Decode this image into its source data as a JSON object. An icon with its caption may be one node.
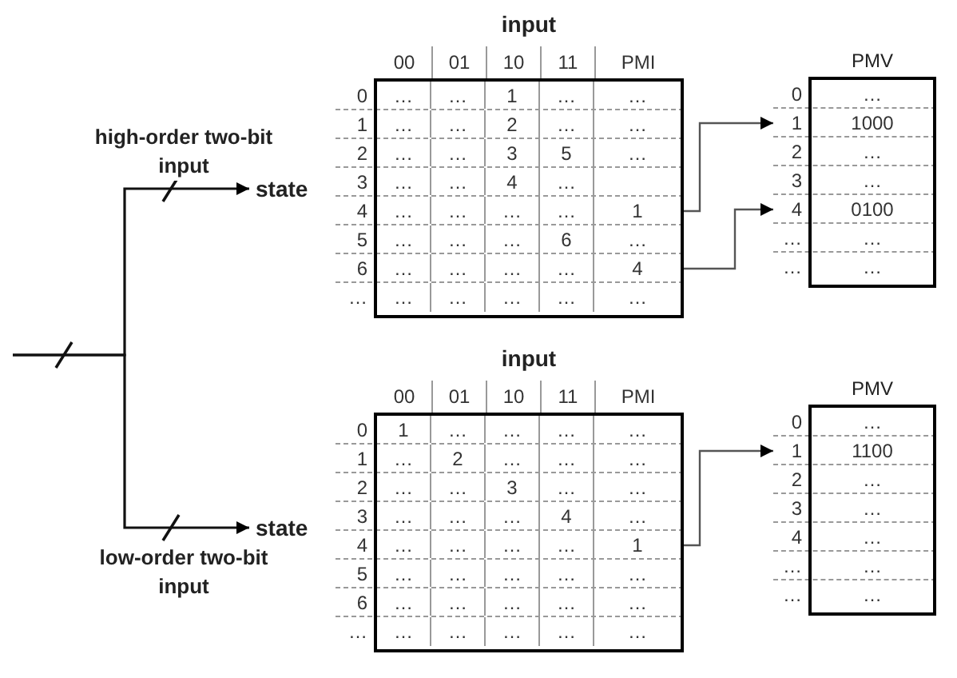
{
  "diagram": {
    "nodes": [
      {
        "text": [
          "input"
        ]
      },
      {
        "text": [
          "PMV"
        ]
      },
      {
        "text": [
          "state"
        ]
      },
      {
        "text": [
          "input"
        ]
      },
      {
        "text": [
          "PMV"
        ]
      },
      {
        "text": [
          "state"
        ]
      }
    ],
    "edges": [
      {
        "from": null,
        "to": 2,
        "arrow": "to",
        "label": "high-order two-bit input"
      },
      {
        "from": null,
        "to": 5,
        "arrow": "to",
        "label": "low-order two-bit input"
      },
      {
        "from": 0,
        "to": 1,
        "arrow": "to"
      },
      {
        "from": 0,
        "to": 1,
        "arrow": "to"
      },
      {
        "from": 3,
        "to": 4,
        "arrow": "to"
      }
    ],
    "labels": [
      "00",
      "01",
      "10",
      "11",
      "PMI",
      "0",
      "…",
      "…",
      "1",
      "…",
      "…",
      "1",
      "…",
      "…",
      "2",
      "…",
      "…",
      "2",
      "…",
      "…",
      "3",
      "5",
      "…",
      "3",
      "…",
      "…",
      "4",
      "…",
      "4",
      "…",
      "…",
      "…",
      "…",
      "1",
      "5",
      "…",
      "…",
      "…",
      "6",
      "…",
      "6",
      "…",
      "…",
      "…",
      "…",
      "4",
      "…",
      "…",
      "…",
      "…",
      "…",
      "…",
      "0",
      "…",
      "1",
      "1000",
      "2",
      "…",
      "3",
      "…",
      "4",
      "0100",
      "…",
      "…",
      "…",
      "…",
      "00",
      "01",
      "10",
      "11",
      "PMI",
      "0",
      "1",
      "…",
      "…",
      "…",
      "…",
      "1",
      "…",
      "2",
      "…",
      "…",
      "…",
      "2",
      "…",
      "…",
      "3",
      "…",
      "…",
      "3",
      "…",
      "…",
      "…",
      "4",
      "…",
      "4",
      "…",
      "…",
      "…",
      "…",
      "1",
      "5",
      "…",
      "…",
      "…",
      "…",
      "…",
      "6",
      "…",
      "…",
      "…",
      "…",
      "…",
      "…",
      "…",
      "…",
      "…",
      "…",
      "…",
      "0",
      "…",
      "1",
      "1100",
      "2",
      "…",
      "3",
      "…",
      "4",
      "…",
      "…",
      "…",
      "…",
      "…"
    ]
  }
}
